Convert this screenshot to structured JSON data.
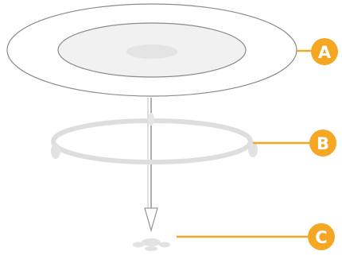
{
  "colors": {
    "accent": "#f5a623",
    "label_text": "#ffffff",
    "plate_outline": "#8a8a8a",
    "plate_fill": "#ffffff",
    "inner_fill": "#f1f1f1",
    "center_fill": "#e4e4e4",
    "ring": "#dedede",
    "arrow": "#9a9a9a",
    "foot": "#e2e2e2"
  },
  "callouts": [
    {
      "id": "a",
      "label": "A",
      "part": "glass-plate"
    },
    {
      "id": "b",
      "label": "B",
      "part": "roller-ring"
    },
    {
      "id": "c",
      "label": "C",
      "part": "coupler"
    }
  ]
}
